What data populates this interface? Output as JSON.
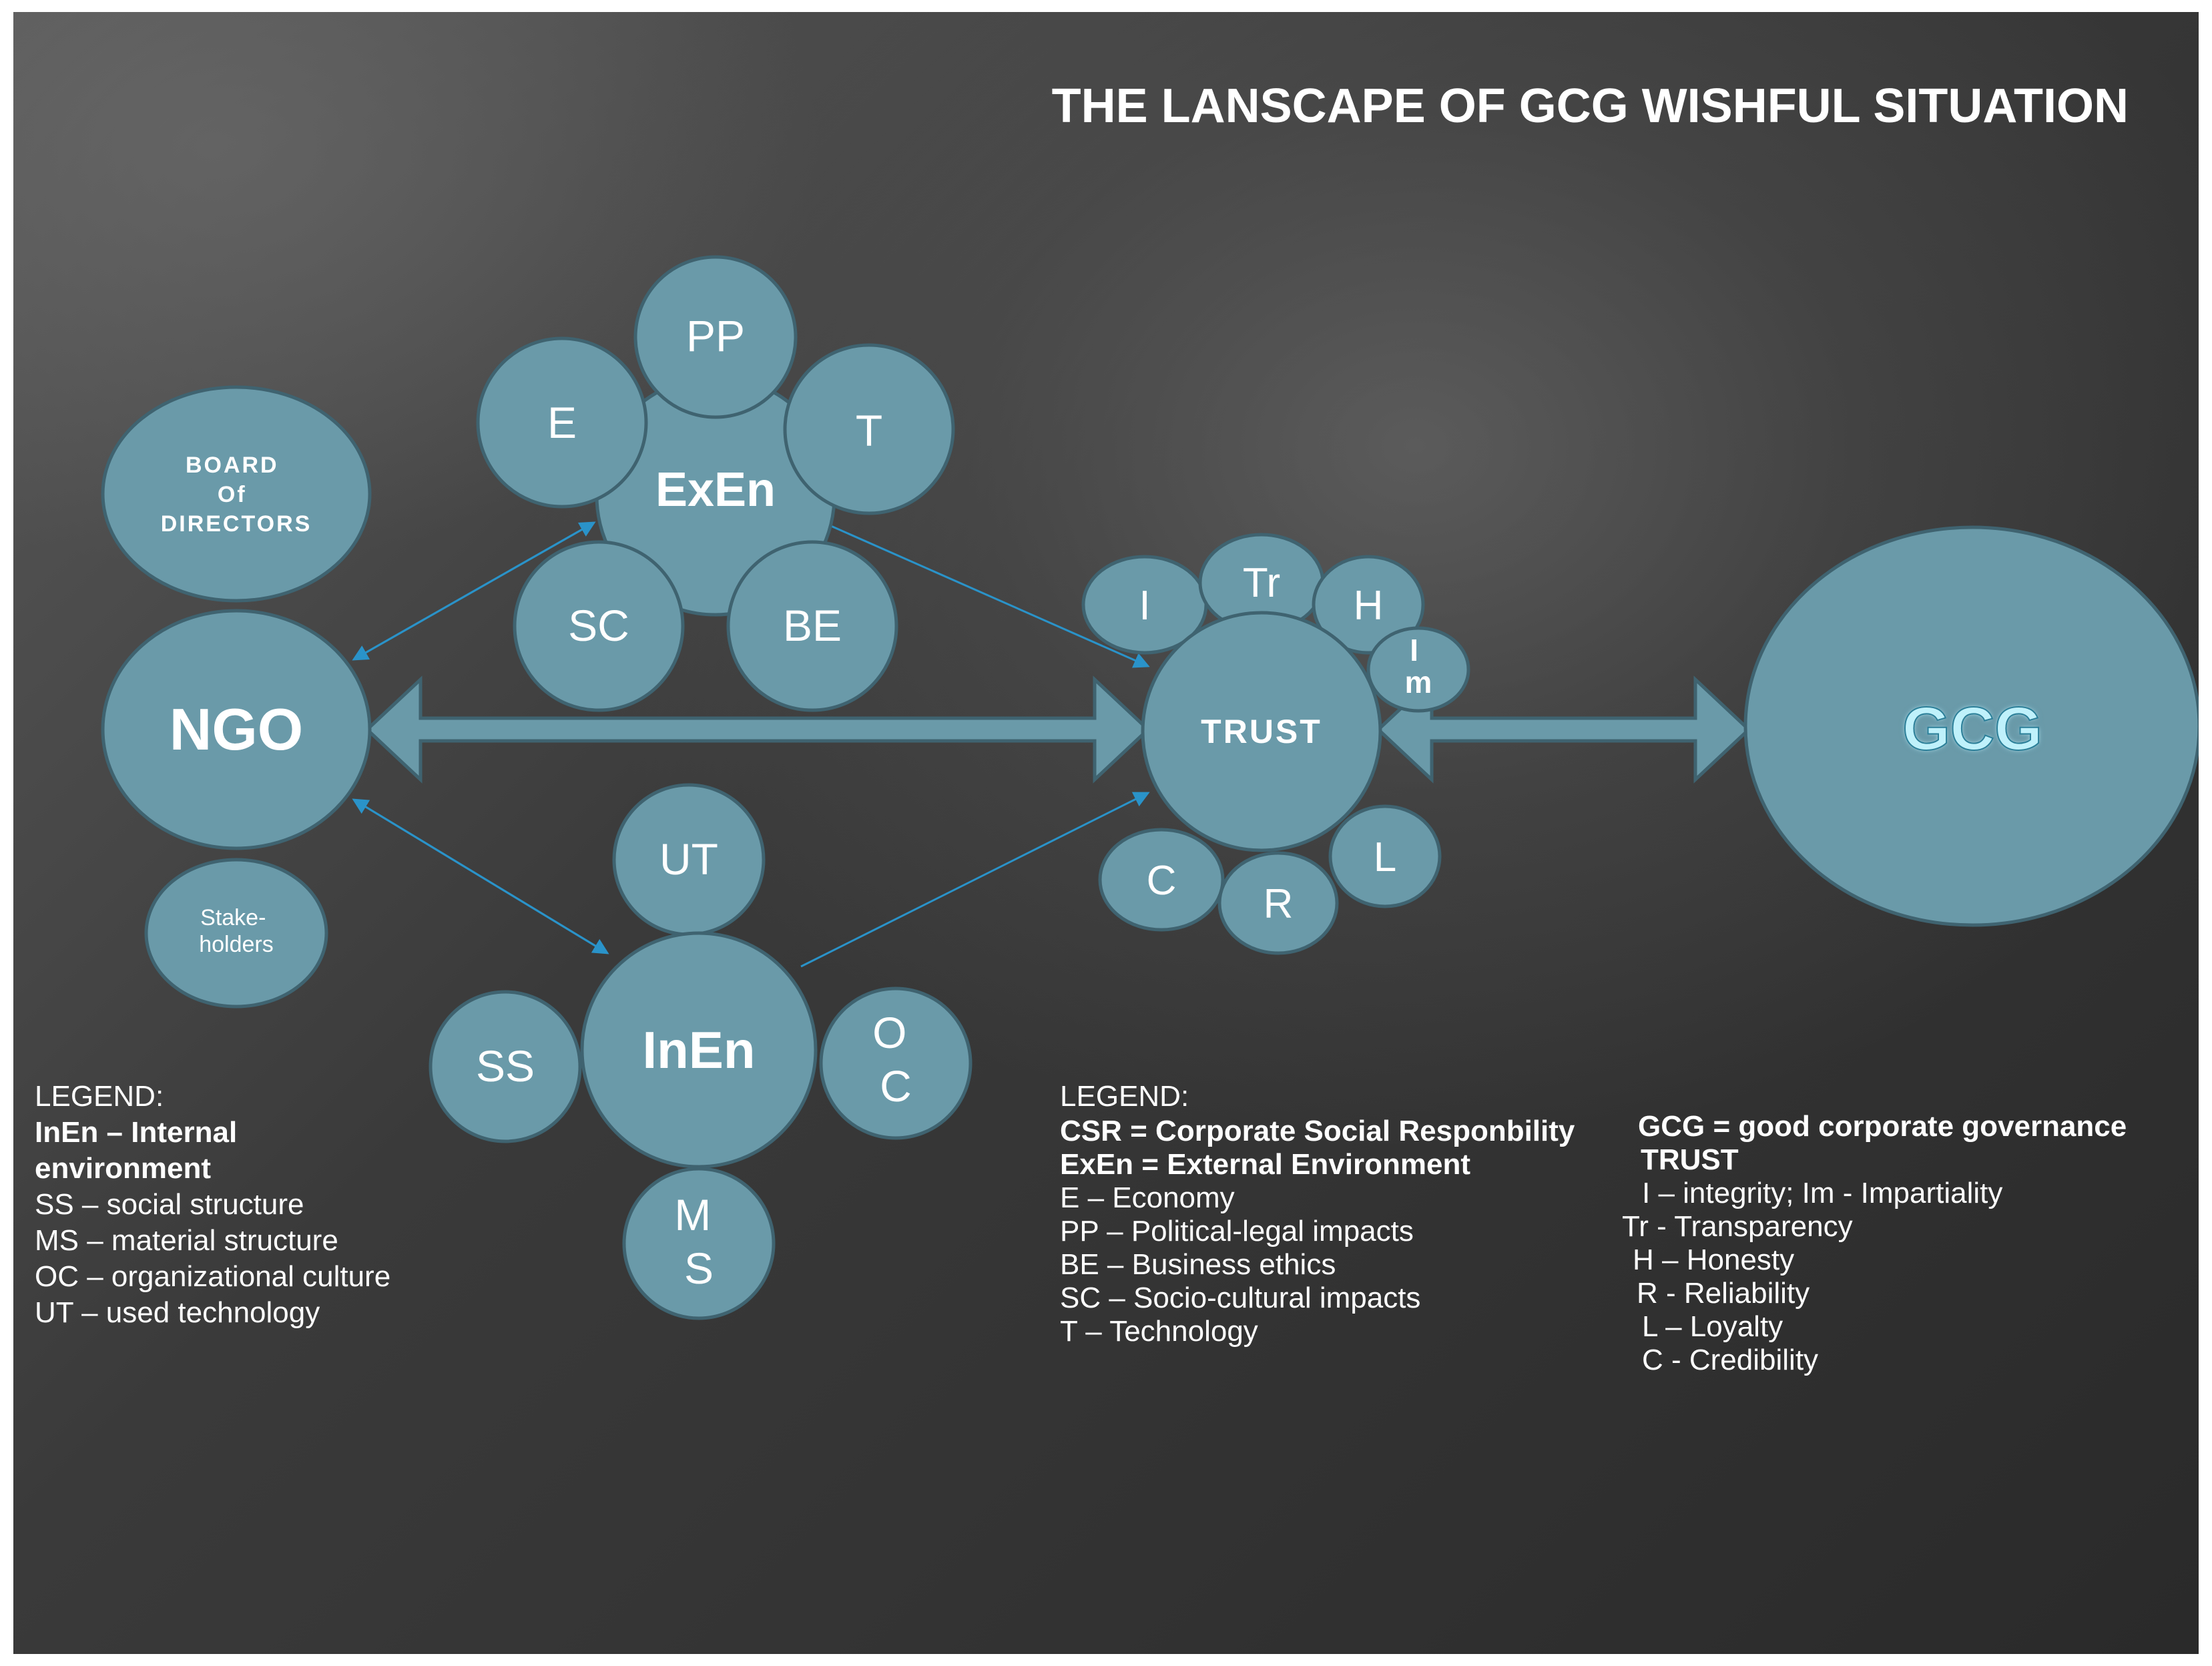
{
  "title": "THE LANSCAPE OF GCG WISHFUL SITUATION",
  "colors": {
    "node_fill": "#6a9aa9",
    "node_stroke": "#3f6370",
    "arrow_line": "#2a93c9",
    "gcg_text": "#bff1fb",
    "text": "#ffffff"
  },
  "nodes": {
    "board": "BOARD\nOf\nDIRECTORS",
    "ngo": "NGO",
    "stakeholders": "Stake-\nholders",
    "exen": "ExEn",
    "pp": "PP",
    "e": "E",
    "t": "T",
    "sc": "SC",
    "be": "BE",
    "inen": "InEn",
    "ut": "UT",
    "ss": "SS",
    "oc": "O\nC",
    "ms": "M\nS",
    "trust": "TRUST",
    "i": "I",
    "tr": "Tr",
    "h": "H",
    "im": "I\nm",
    "c": "C",
    "r": "R",
    "l": "L",
    "gcg": "GCG"
  },
  "legend_left": {
    "heading": "LEGEND:",
    "lines": [
      {
        "text": "InEn – Internal environment",
        "bold": true
      },
      {
        "text": "SS – social structure",
        "bold": false
      },
      {
        "text": "MS – material structure",
        "bold": false
      },
      {
        "text": "OC – organizational culture",
        "bold": false
      },
      {
        "text": "UT – used technology",
        "bold": false
      }
    ]
  },
  "legend_middle": {
    "heading": "LEGEND:",
    "lines": [
      {
        "text": "CSR = Corporate Social Responbility",
        "bold": true
      },
      {
        "text": "ExEn = External Environment",
        "bold": true
      },
      {
        "text": "E – Economy",
        "bold": false
      },
      {
        "text": "PP – Political-legal impacts",
        "bold": false
      },
      {
        "text": "BE – Business ethics",
        "bold": false
      },
      {
        "text": "SC – Socio-cultural impacts",
        "bold": false
      },
      {
        "text": "T – Technology",
        "bold": false
      }
    ]
  },
  "legend_right": {
    "lines": [
      {
        "text": "GCG = good corporate  governance",
        "bold": true
      },
      {
        "text": "TRUST",
        "bold": true
      },
      {
        "text": "I – integrity;  Im - Impartiality",
        "bold": false
      },
      {
        "text": "Tr - Transparency",
        "bold": false
      },
      {
        "text": "H – Honesty",
        "bold": false
      },
      {
        "text": "R - Reliability",
        "bold": false
      },
      {
        "text": "L – Loyalty",
        "bold": false
      },
      {
        "text": "C - Credibility",
        "bold": false
      }
    ]
  }
}
